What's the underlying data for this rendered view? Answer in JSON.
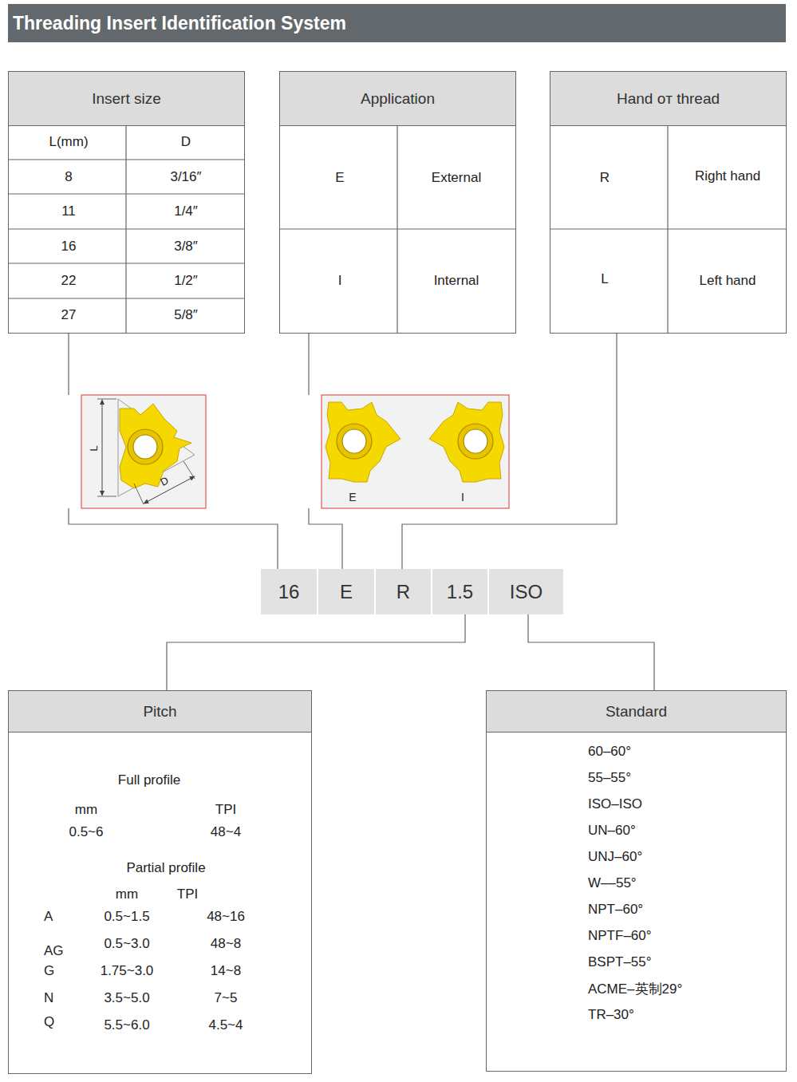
{
  "diagram": {
    "title": "Threading Insert Identification System",
    "nodes": [
      {
        "text": [
          "Insert size"
        ]
      },
      {
        "text": [
          "Application"
        ]
      },
      {
        "text": [
          "Hand oт thread"
        ]
      },
      {
        "text": [
          "16"
        ]
      },
      {
        "text": [
          "E"
        ]
      },
      {
        "text": [
          "R"
        ]
      },
      {
        "text": [
          "1.5"
        ]
      },
      {
        "text": [
          "ISO"
        ]
      },
      {
        "text": [
          "Pitch"
        ]
      },
      {
        "text": [
          "Standard"
        ]
      }
    ],
    "edges": [
      {
        "from": 0,
        "to": 3,
        "arrow": "none"
      },
      {
        "from": 1,
        "to": 4,
        "arrow": "none"
      },
      {
        "from": 2,
        "to": 5,
        "arrow": "none"
      },
      {
        "from": 6,
        "to": 8,
        "arrow": "none"
      },
      {
        "from": 7,
        "to": 9,
        "arrow": "none"
      }
    ],
    "labels": [
      "L(mm)",
      "D",
      "8",
      "3/16″",
      "11",
      "1/4″",
      "16",
      "3/8″",
      "22",
      "1/2″",
      "27",
      "5/8″",
      "E",
      "External",
      "I",
      "Internal",
      "R",
      "Right hand",
      "L",
      "Left hand",
      "L",
      "D",
      "E",
      "I",
      "Full profile",
      "mm",
      "TPI",
      "0.5~6",
      "48~4",
      "Partial profile",
      "mm",
      "TPI",
      "A",
      "0.5~1.5",
      "48~16",
      "AG",
      "0.5~3.0",
      "48~8",
      "G",
      "1.75~3.0",
      "14~8",
      "N",
      "3.5~5.0",
      "7~5",
      "Q",
      "5.5~6.0",
      "4.5~4",
      "60–60°",
      "55–55°",
      "ISO–ISO",
      "UN–60°",
      "UNJ–60°",
      "W––55°",
      "NPT–60°",
      "NPTF–60°",
      "BSPT–55°",
      "ACME–英制29°",
      "TR–30°"
    ]
  }
}
